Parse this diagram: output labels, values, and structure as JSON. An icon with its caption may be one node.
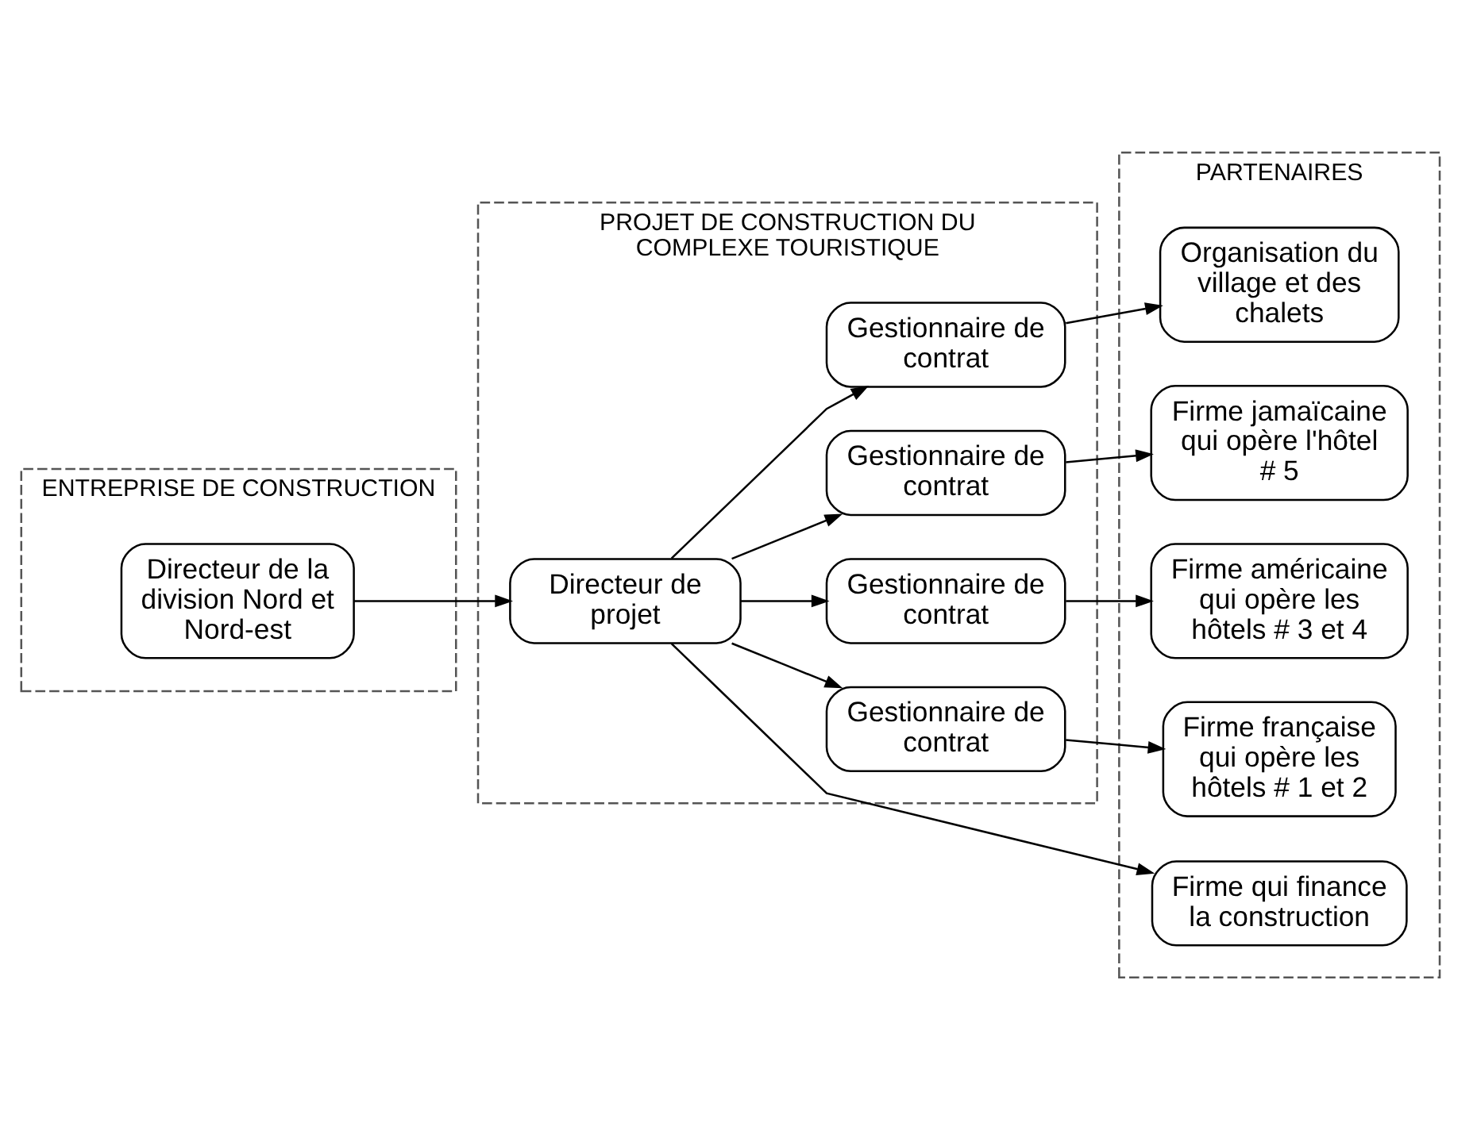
{
  "diagram": {
    "nodes": [
      {
        "text": [
          "ENTREPRISE DE CONSTRUCTION"
        ]
      },
      {
        "text": [
          "Directeur de la division Nord et Nord-est"
        ],
        "in": 0
      },
      {
        "text": [
          "PROJET DE CONSTRUCTION DU COMPLEXE TOURISTIQUE"
        ]
      },
      {
        "text": [
          "Directeur de projet"
        ],
        "in": 2
      },
      {
        "text": [
          "Gestionnaire de contrat"
        ],
        "in": 2
      },
      {
        "text": [
          "Gestionnaire de contrat"
        ],
        "in": 2
      },
      {
        "text": [
          "Gestionnaire de contrat"
        ],
        "in": 2
      },
      {
        "text": [
          "Gestionnaire de contrat"
        ],
        "in": 2
      },
      {
        "text": [
          "PARTENAIRES"
        ]
      },
      {
        "text": [
          "Firme qui finance la construction"
        ],
        "in": 8
      },
      {
        "text": [
          "Firme française qui opère les hôtels # 1 et 2"
        ],
        "in": 8
      },
      {
        "text": [
          "Firme américaine qui opère les hôtels # 3 et 4"
        ],
        "in": 8
      },
      {
        "text": [
          "Firme jamaïcaine qui opère l'hôtel # 5"
        ],
        "in": 8
      },
      {
        "text": [
          "Organisation du village et des chalets"
        ],
        "in": 8
      }
    ],
    "edges": [
      {
        "from": 1,
        "to": 3,
        "arrow": "to"
      },
      {
        "from": 3,
        "to": 9,
        "arrow": "to"
      },
      {
        "from": 3,
        "to": 4,
        "arrow": "to"
      },
      {
        "from": 3,
        "to": 5,
        "arrow": "to"
      },
      {
        "from": 3,
        "to": 6,
        "arrow": "to"
      },
      {
        "from": 3,
        "to": 7,
        "arrow": "to"
      },
      {
        "from": 4,
        "to": 10,
        "arrow": "to"
      },
      {
        "from": 5,
        "to": 11,
        "arrow": "to"
      },
      {
        "from": 6,
        "to": 12,
        "arrow": "to"
      },
      {
        "from": 7,
        "to": 13,
        "arrow": "to"
      }
    ]
  }
}
